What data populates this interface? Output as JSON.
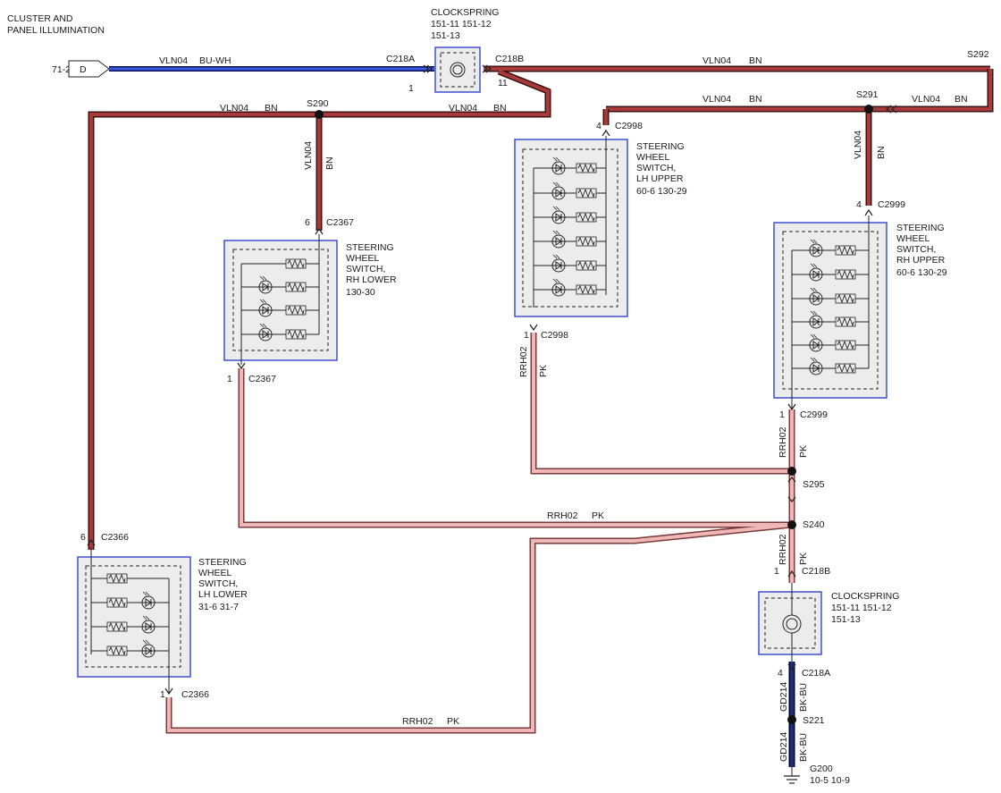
{
  "title": [
    "CLUSTER AND",
    "PANEL ILLUMINATION"
  ],
  "colors": {
    "brown": "#a83a3a",
    "pink": "#f0b7b7",
    "blue": "#3a5ee0",
    "black_blue": "#1f2d7a",
    "box_border": "#3344cc"
  },
  "source": {
    "ref": "71-2",
    "pin": "D"
  },
  "clockspring_top": {
    "name": "CLOCKSPRING",
    "refs": [
      "151-11  151-12",
      "151-13"
    ],
    "conn_in": "C218A",
    "conn_out": "C218B",
    "pin_in": "1",
    "pin_out": "11"
  },
  "clockspring_bottom": {
    "name": "CLOCKSPRING",
    "refs": [
      "151-11  151-12",
      "151-13"
    ],
    "conn_in": "C218B",
    "conn_out": "C218A",
    "pin_in": "1",
    "pin_out": "4"
  },
  "wires": {
    "blue": [
      "VLN04",
      "BU-WH"
    ],
    "bn_top_right": [
      "VLN04",
      "BN"
    ],
    "bn_s291_left": [
      "VLN04",
      "BN"
    ],
    "bn_s291_right": [
      "VLN04",
      "BN"
    ],
    "bn_s290_left": [
      "VLN04",
      "BN"
    ],
    "bn_s290_right": [
      "VLN04",
      "BN"
    ],
    "bn_s290_down": [
      "VLN04",
      "BN"
    ],
    "bn_s291_down": [
      "VLN04",
      "BN"
    ],
    "pk_lh_upper": [
      "RRH02",
      "PK"
    ],
    "pk_rh_upper": [
      "RRH02",
      "PK"
    ],
    "pk_rh_lower": [
      "RRH02",
      "PK"
    ],
    "pk_bottom": [
      "RRH02",
      "PK"
    ],
    "pk_s240_down": [
      "RRH02",
      "PK"
    ],
    "gd_upper": [
      "GD214",
      "BK-BU"
    ],
    "gd_lower": [
      "GD214",
      "BK-BU"
    ]
  },
  "splices": {
    "s290": "S290",
    "s291": "S291",
    "s292": "S292",
    "s295": "S295",
    "s240": "S240",
    "s221": "S221"
  },
  "ground": {
    "name": "G200",
    "refs": "10-5    10-9"
  },
  "lh_upper": {
    "name": [
      "STEERING",
      "WHEEL",
      "SWITCH,",
      "LH UPPER"
    ],
    "refs": "60-6     130-29",
    "conn_top": "C2998",
    "pin_top": "4",
    "conn_bottom": "C2998",
    "pin_bottom": "1"
  },
  "rh_upper": {
    "name": [
      "STEERING",
      "WHEEL",
      "SWITCH,",
      "RH UPPER"
    ],
    "refs": "60-6     130-29",
    "conn_top": "C2999",
    "pin_top": "4",
    "conn_bottom": "C2999",
    "pin_bottom": "1"
  },
  "rh_lower": {
    "name": [
      "STEERING",
      "WHEEL",
      "SWITCH,",
      "RH LOWER"
    ],
    "refs": "130-30",
    "conn_top": "C2367",
    "pin_top": "6",
    "conn_bottom": "C2367",
    "pin_bottom": "1"
  },
  "lh_lower": {
    "name": [
      "STEERING",
      "WHEEL",
      "SWITCH,",
      "LH LOWER"
    ],
    "refs": "31-6    31-7",
    "conn_top": "C2366",
    "pin_top": "6",
    "conn_bottom": "C2366",
    "pin_bottom": "1"
  }
}
